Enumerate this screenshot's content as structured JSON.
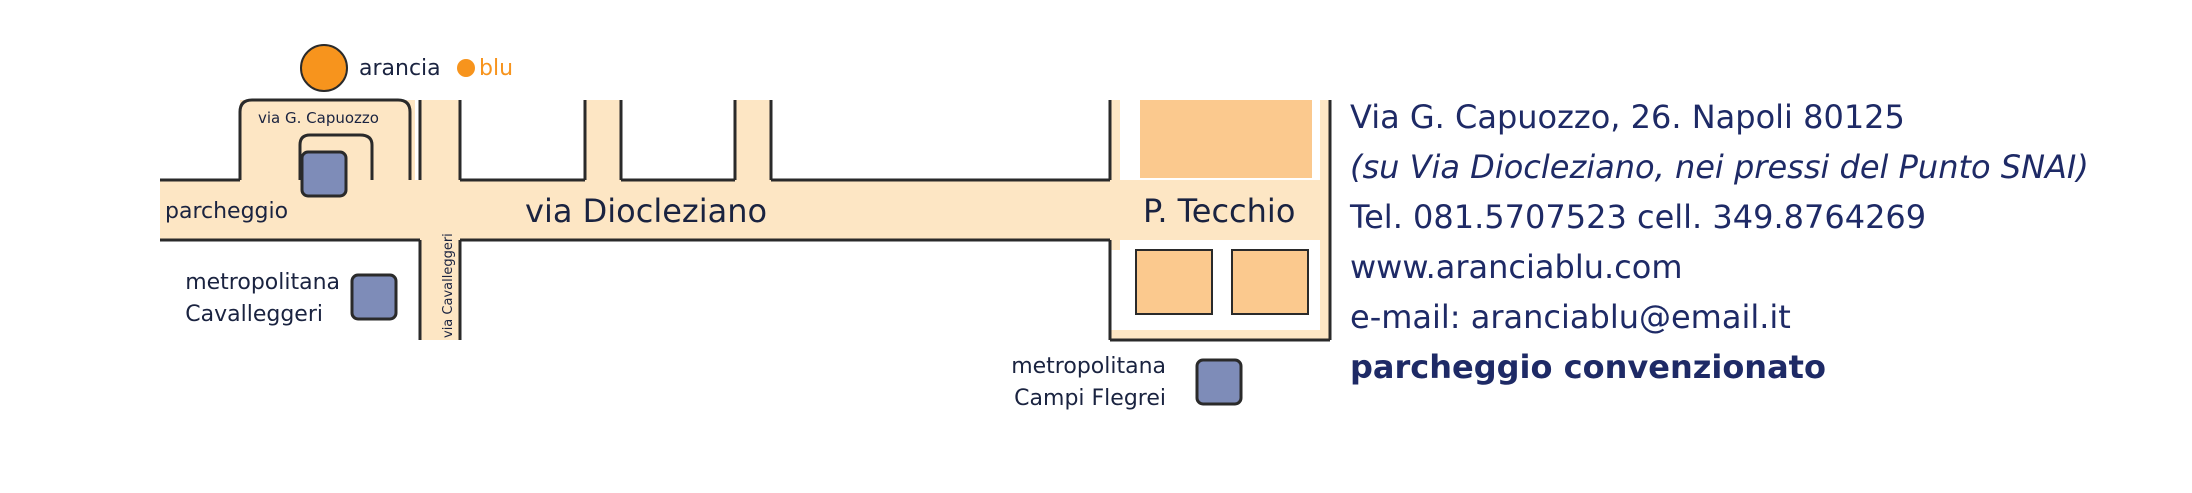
{
  "brand": {
    "name_part1": "arancia",
    "name_part2": "blu",
    "color": "#f7941d",
    "logo_icon": "orange-circle-icon"
  },
  "map": {
    "streets": {
      "main": "via Diocleziano",
      "upper_left": "via G. Capuozzo",
      "vertical": "via Cavalleggeri"
    },
    "places": {
      "parking": "parcheggio",
      "square": "P. Tecchio"
    },
    "metro": [
      {
        "line1": "metropolitana",
        "line2": "Cavalleggeri",
        "icon": "metro-station-icon"
      },
      {
        "line1": "metropolitana",
        "line2": "Campi Flegrei",
        "icon": "metro-station-icon"
      }
    ],
    "colors": {
      "road": "#fde6c4",
      "block": "#fbc98e",
      "outline": "#2a2a2a",
      "marker": "#7e8cb8",
      "text_blue": "#1e2a66"
    }
  },
  "contact": {
    "address": "Via G. Capuozzo, 26. Napoli 80125",
    "note": "(su Via Diocleziano, nei pressi del Punto SNAI)",
    "phone": "Tel. 081.5707523 cell. 349.8764269",
    "website": "www.aranciablu.com",
    "email": "e-mail: aranciablu@email.it",
    "parking": "parcheggio convenzionato"
  }
}
